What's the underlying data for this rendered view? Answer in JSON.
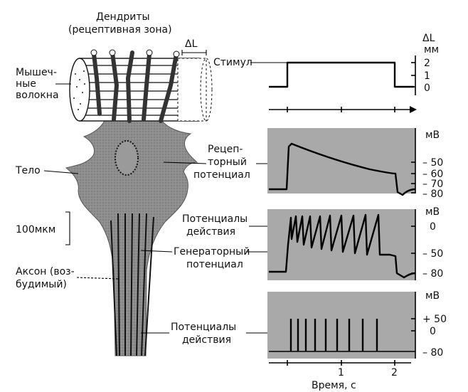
{
  "labels": {
    "dendrites": "Дендриты",
    "receptive_zone": "(рецептивная зона)",
    "delta_l": "ΔL",
    "muscle_1": "Мышеч-",
    "muscle_2": "ные",
    "muscle_3": "волокна",
    "body": "Тело",
    "scale": "100мкм",
    "axon_1": "Аксон (воз-",
    "axon_2": "будимый)",
    "stimulus": "Стимул",
    "receptor_1": "Рецеп-",
    "receptor_2": "торный",
    "receptor_3": "потенциал",
    "ap_1": "Потенциалы",
    "ap_2": "действия",
    "gen_1": "Генераторный",
    "gen_2": "потенциал",
    "ap2_1": "Потенциалы",
    "ap2_2": "действия"
  },
  "axes": {
    "stim_unit_1": "ΔL",
    "stim_unit_2": "мм",
    "stim_ticks": [
      "2",
      "1",
      "0"
    ],
    "mv": "мВ",
    "receptor_ticks": [
      "– 50",
      "– 60",
      "– 70",
      "– 80"
    ],
    "ap_ticks": [
      "0",
      "– 50",
      "– 80"
    ],
    "axon_ticks": [
      "+ 50",
      "0",
      "– 80"
    ],
    "time_ticks": [
      "1",
      "2"
    ],
    "time_label": "Время, с"
  },
  "colors": {
    "panel_gray": "#a9a9a9",
    "neuron_gray": "#8e8e8e",
    "trace": "#000000"
  }
}
